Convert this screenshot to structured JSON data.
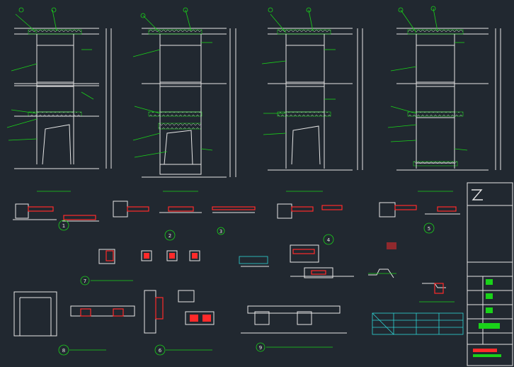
{
  "drawing": {
    "elevation_titles": [
      "",
      "",
      "",
      ""
    ],
    "detail_numbers": [
      "1",
      "2",
      "3",
      "4",
      "5",
      "7",
      "8",
      "6",
      "9"
    ],
    "colors": {
      "background": "#212830",
      "line": "#e6e6e6",
      "leader": "#19d219",
      "section": "#ff2a2a",
      "accent": "#2fd5d5"
    }
  }
}
